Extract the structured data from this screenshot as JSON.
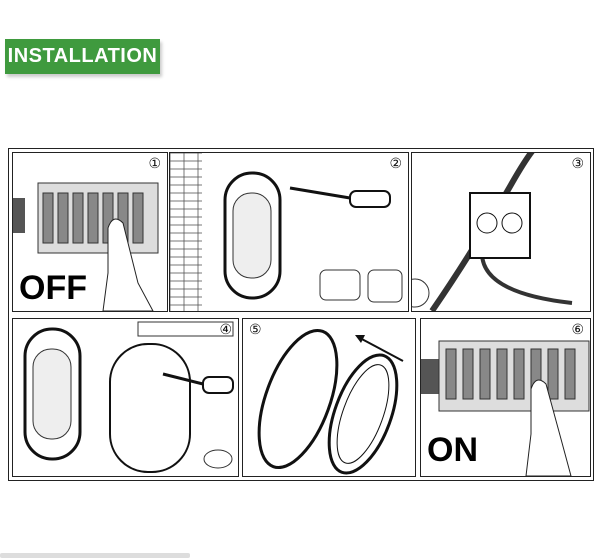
{
  "header": {
    "title": "INSTALLATION"
  },
  "steps": [
    {
      "number": "①",
      "label": "OFF"
    },
    {
      "number": "②"
    },
    {
      "number": "③"
    },
    {
      "number": "④"
    },
    {
      "number": "⑤"
    },
    {
      "number": "⑥",
      "label": "ON"
    }
  ],
  "colors": {
    "banner": "#3f9a3e"
  }
}
